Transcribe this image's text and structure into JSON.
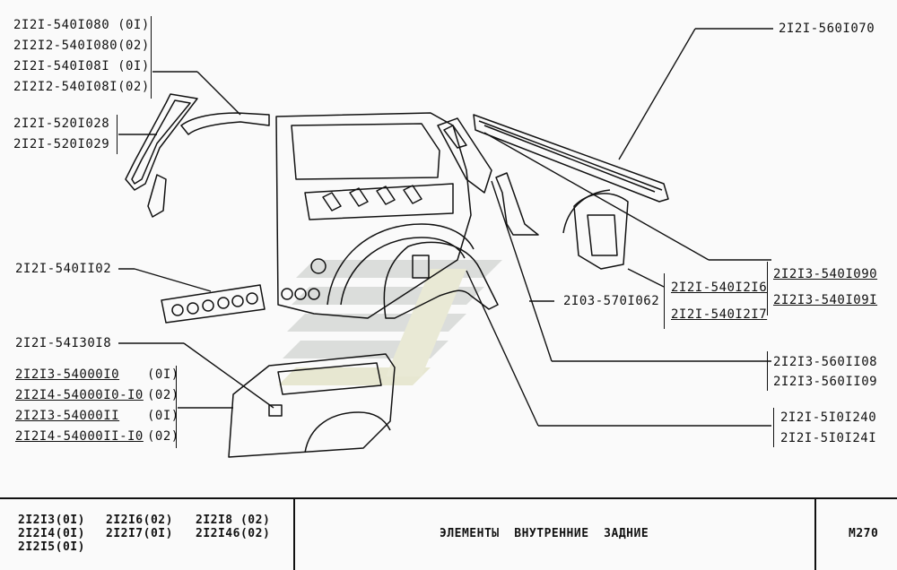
{
  "labels": {
    "top_left_group": [
      "2I2I-540I080 (0I)",
      "2I2I2-540I080(02)",
      "2I2I-540I08I (0I)",
      "2I2I2-540I08I(02)"
    ],
    "pillar_group": [
      "2I2I-520I028",
      "2I2I-520I029"
    ],
    "reinforcement": "2I2I-540II02",
    "bracket": "2I2I-54I30I8",
    "side_panel_group": [
      "2I2I3-54000I0",
      "2I2I4-54000I0-I0",
      "2I2I3-54000II",
      "2I2I4-54000II-I0"
    ],
    "side_panel_suffixes": [
      "(0I)",
      "(02)",
      "(0I)",
      "(02)"
    ],
    "roof_rail": "2I2I-560I070",
    "inner_pair": [
      "2I2I-540I2I6",
      "2I2I-540I2I7"
    ],
    "center_part": "2I03-570I062",
    "right_group_1": [
      "2I2I3-540I090",
      "2I2I3-540I09I"
    ],
    "right_group_2": [
      "2I2I3-560II08",
      "2I2I3-560II09"
    ],
    "right_group_3": [
      "2I2I-5I0I240",
      "2I2I-5I0I24I"
    ]
  },
  "title_block": {
    "models_col1": [
      "2I2I3(0I)",
      "2I2I4(0I)",
      "2I2I5(0I)"
    ],
    "models_col2": [
      "2I2I6(02)",
      "2I2I7(0I)"
    ],
    "models_col3": [
      "2I2I8 (02)",
      "2I2I46(02)"
    ],
    "title": "ЭЛЕМЕНТЫ  ВНУТРЕННИЕ  ЗАДНИЕ",
    "code": "M270"
  },
  "watermark_colors": [
    "#c8ccc8",
    "#d9d9b8"
  ]
}
